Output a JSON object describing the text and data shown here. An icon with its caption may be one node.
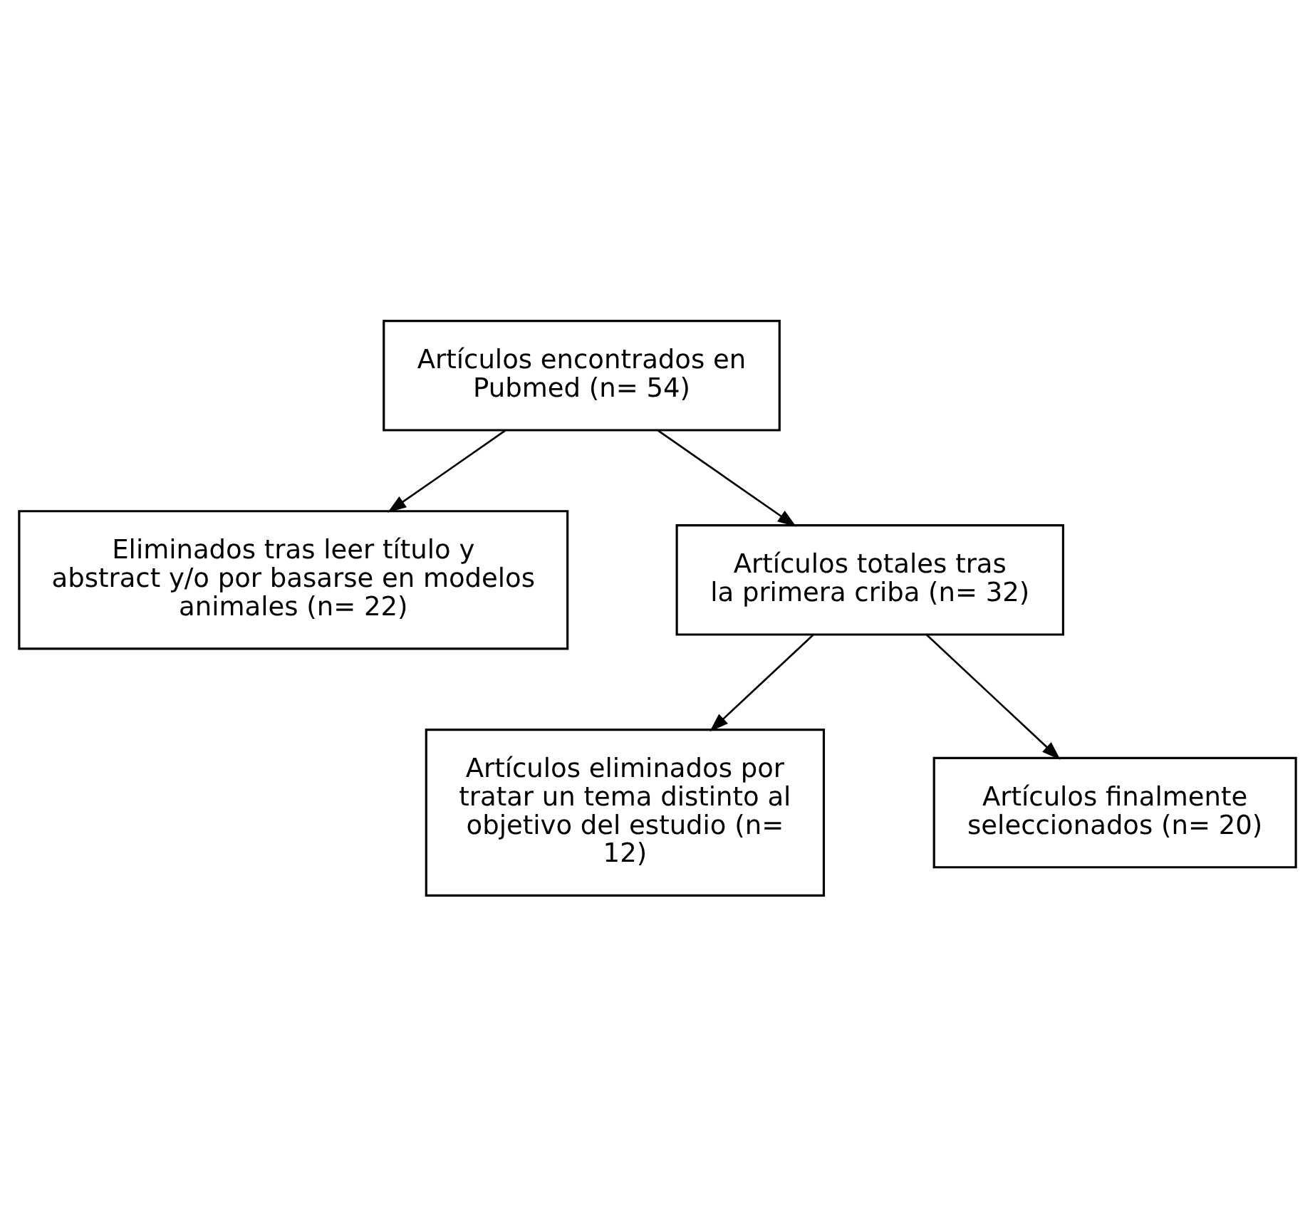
{
  "diagram": {
    "nodes": [
      {
        "text": [
          "Artículos encontrados en Pubmed (n= 54)"
        ]
      },
      {
        "text": [
          "Eliminados tras leer título y abstract y/o por basarse en modelos animales (n= 22)"
        ]
      },
      {
        "text": [
          "Artículos totales tras la primera criba (n= 32)"
        ]
      },
      {
        "text": [
          "Artículos eliminados por tratar un tema distinto al objetivo del estudio (n= 12)"
        ]
      },
      {
        "text": [
          "Artículos finalmente seleccionados (n= 20)"
        ]
      }
    ],
    "edges": [
      {
        "from": 0,
        "to": 2,
        "arrow": "to"
      },
      {
        "from": 0,
        "to": 1,
        "arrow": "to"
      },
      {
        "from": 2,
        "to": 4,
        "arrow": "to"
      },
      {
        "from": 2,
        "to": 3,
        "arrow": "to"
      }
    ]
  }
}
